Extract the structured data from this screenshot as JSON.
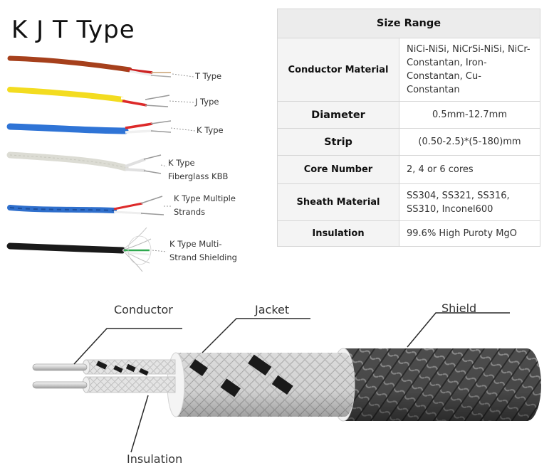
{
  "title": "K J T Type",
  "wires": [
    {
      "label": "T Type",
      "color": "#b44a22"
    },
    {
      "label": "J Type",
      "color": "#f2dd2c"
    },
    {
      "label": "K Type",
      "color": "#2f74d6"
    },
    {
      "label_line1": "K Type",
      "label_line2": "Fiberglass KBB",
      "color": "#e6e6e0"
    },
    {
      "label_line1": "K Type Multiple",
      "label_line2": "Strands",
      "color": "#2f6fcc"
    },
    {
      "label_line1": "K Type Multi-",
      "label_line2": "Strand Shielding",
      "color": "#1a1a1a"
    }
  ],
  "table": {
    "header": "Size Range",
    "rows": [
      {
        "key": "Conductor Material",
        "value": "NiCi-NiSi, NiCrSi-NiSi, NiCr-Constantan, Iron-Constantan, Cu-Constantan"
      },
      {
        "key": "Diameter",
        "value": "0.5mm-12.7mm"
      },
      {
        "key": "Strip",
        "value": "(0.50-2.5)*(5-180)mm"
      },
      {
        "key": "Core Number",
        "value": "2, 4 or 6 cores"
      },
      {
        "key": "Sheath Material",
        "value": "SS304, SS321, SS316, SS310, Inconel600"
      },
      {
        "key": "Insulation",
        "value": "99.6% High Puroty MgO"
      }
    ]
  },
  "cable_labels": {
    "conductor": "Conductor",
    "jacket": "Jacket",
    "shield": "Shield",
    "insulation": "Insulation"
  }
}
